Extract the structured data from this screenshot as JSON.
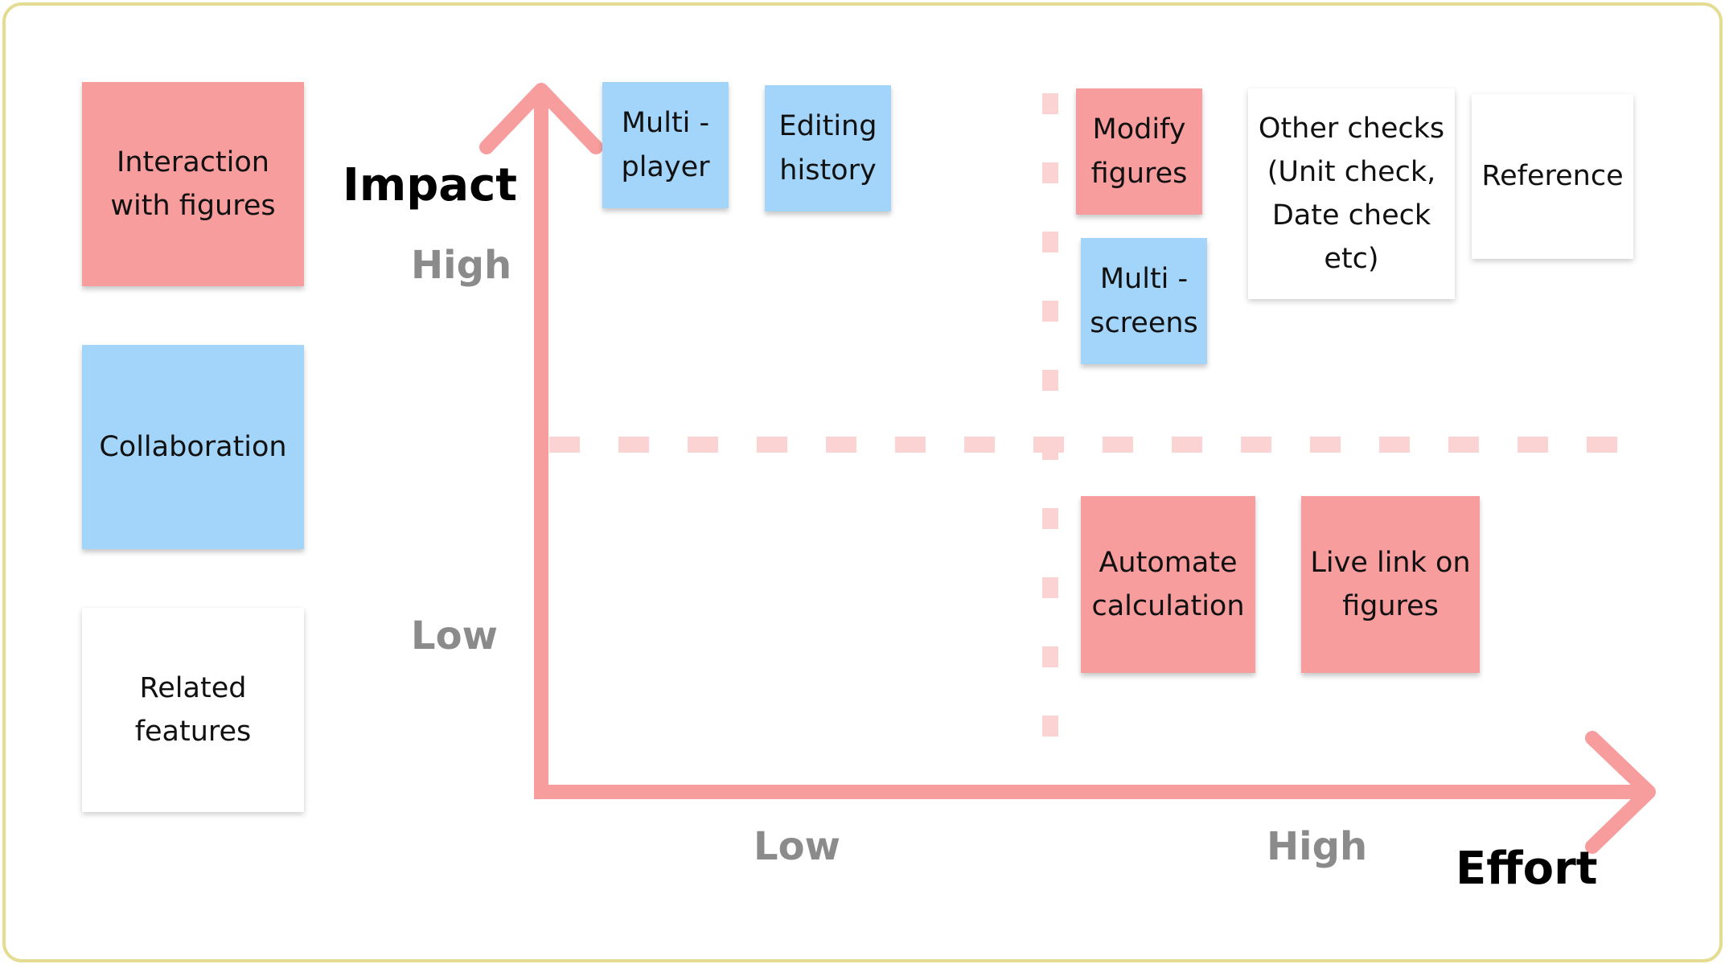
{
  "legend": {
    "interaction": "Interaction\nwith figures",
    "collaboration": "Collaboration",
    "related": "Related\nfeatures"
  },
  "axes": {
    "y_title": "Impact",
    "y_high": "High",
    "y_low": "Low",
    "x_title": "Effort",
    "x_low": "Low",
    "x_high": "High"
  },
  "stickies": {
    "multi_player": "Multi -\nplayer",
    "editing_history": "Editing\nhistory",
    "modify_figures": "Modify\nfigures",
    "multi_screens": "Multi -\nscreens",
    "other_checks": "Other checks\n(Unit check,\nDate check\netc)",
    "reference": "Reference",
    "automate_calculation": "Automate\ncalculation",
    "live_link": "Live link on\nfigures"
  },
  "colors": {
    "interaction": "#f89d9d",
    "collaboration": "#a3d4f9",
    "related": "#ffffff",
    "axis": "#f89d9d",
    "divider": "#fcd3d3",
    "frame": "#e4dc93"
  }
}
